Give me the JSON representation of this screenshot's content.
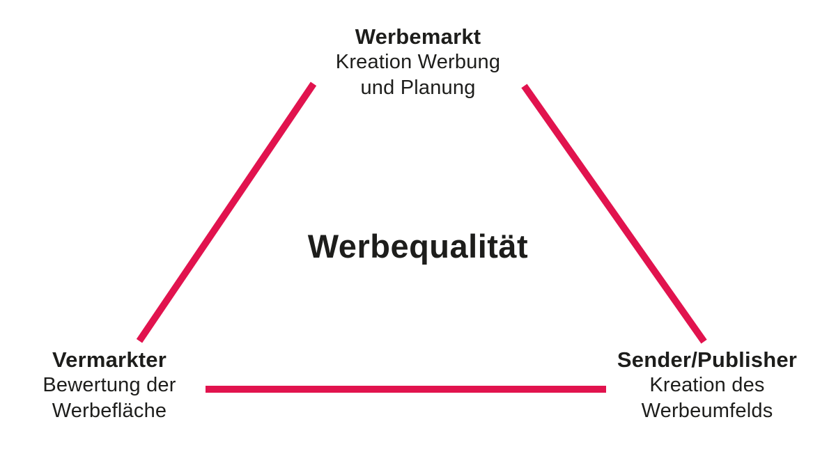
{
  "diagram": {
    "center_title": "Werbequalität",
    "nodes": {
      "top": {
        "title": "Werbemarkt",
        "line1": "Kreation Werbung",
        "line2": "und Planung"
      },
      "bottom_left": {
        "title": "Vermarkter",
        "line1": "Bewertung der",
        "line2": "Werbefläche"
      },
      "bottom_right": {
        "title": "Sender/Publisher",
        "line1": "Kreation des",
        "line2": "Werbeumfelds"
      }
    }
  },
  "colors": {
    "line": "#e1134e",
    "text": "#1d1d1b"
  }
}
